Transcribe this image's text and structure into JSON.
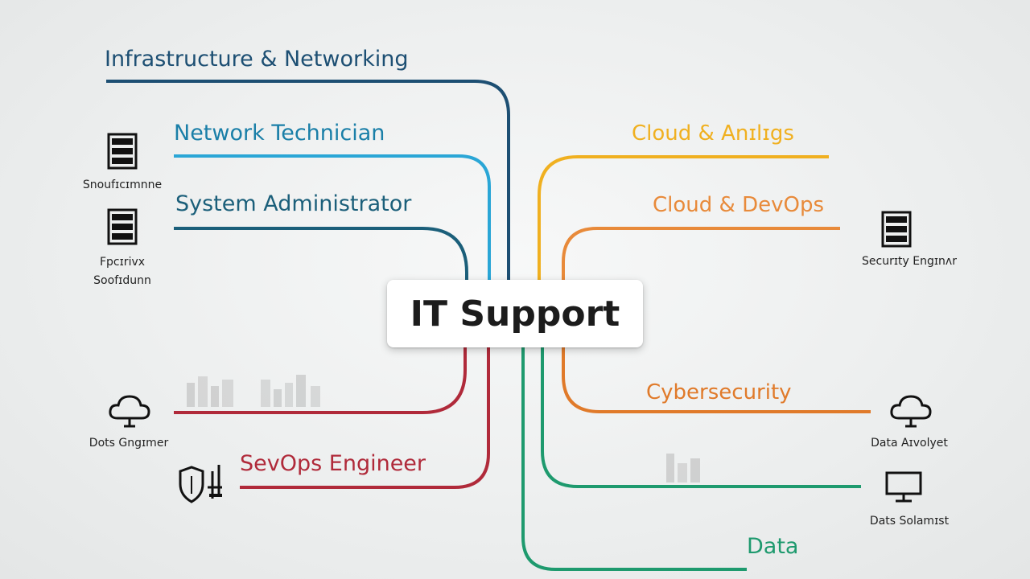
{
  "central": {
    "label": "IT Support"
  },
  "branches": {
    "infrastructure": "Infrastructure & Networking",
    "network_technician": "Network Technician",
    "system_administrator": "System Administrator",
    "sevops_engineer": "SevOps Engineer",
    "cloud_analytics": "Cloud & Anɪlɪgs",
    "cloud_devops": "Cloud & DevOps",
    "cybersecurity": "Cybersecurity",
    "data": "Data"
  },
  "side_labels": {
    "server_top": "Snoufɪcɪmnne",
    "server_mid_line1": "Fpcɪrivx",
    "server_mid_line2": "Soofɪdunn",
    "cloud_left": "Dots Gngɪmer",
    "server_right": "Securɪty Engɪnʌr",
    "cloud_right": "Data Aɪvolyet",
    "monitor_right": "Dats Solamɪst"
  },
  "colors": {
    "navy": "#1d4f73",
    "sky": "#2aa6d6",
    "teal_dark": "#1b5f7a",
    "red": "#b02a3a",
    "yellow": "#f0b020",
    "orange": "#e88a3a",
    "orange_dark": "#e07a2a",
    "green": "#1e9a6e"
  },
  "icons": [
    "server-icon",
    "cloud-icon",
    "shield-icon",
    "monitor-icon"
  ]
}
